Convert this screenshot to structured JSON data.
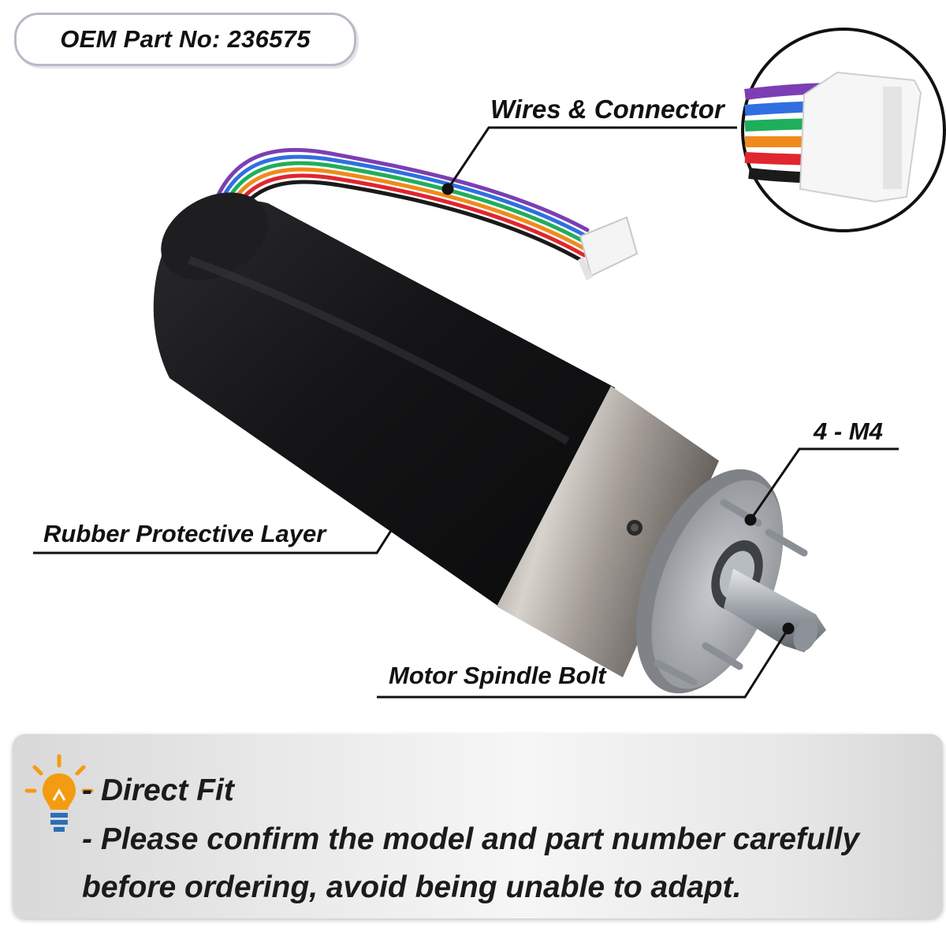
{
  "oem_label": "OEM Part No: 236575",
  "callouts": {
    "wires": "Wires & Connector",
    "bolts": "4 - M4",
    "rubber": "Rubber Protective Layer",
    "spindle": "Motor Spindle Bolt"
  },
  "notes": {
    "line1": "- Direct Fit",
    "line2": "- Please confirm the model and part number carefully",
    "line3": "before ordering, avoid being unable to adapt."
  },
  "icons": {
    "tip": "lightbulb-icon"
  },
  "colors": {
    "wire_purple": "#7b3fb3",
    "wire_blue": "#2f6fe0",
    "wire_green": "#1fae5a",
    "wire_orange": "#f08a1c",
    "wire_red": "#e0262e",
    "wire_black": "#1a1a1a",
    "bulb": "#f39c12"
  }
}
